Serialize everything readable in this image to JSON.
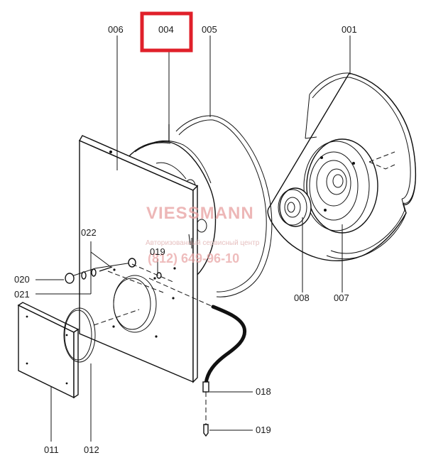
{
  "diagram": {
    "labels": {
      "l001": "001",
      "l004": "004",
      "l005": "005",
      "l006": "006",
      "l007": "007",
      "l008": "008",
      "l011": "011",
      "l012": "012",
      "l018": "018",
      "l019a": "019",
      "l019b": "019",
      "l020": "020",
      "l021": "021",
      "l022": "022"
    },
    "highlighted_label": "004",
    "highlight_color": "#e0202a",
    "watermark": {
      "brand": "VIESSMANN",
      "sub": "Авторизованный сервисный центр",
      "phone": "(812) 649-96-10"
    }
  }
}
